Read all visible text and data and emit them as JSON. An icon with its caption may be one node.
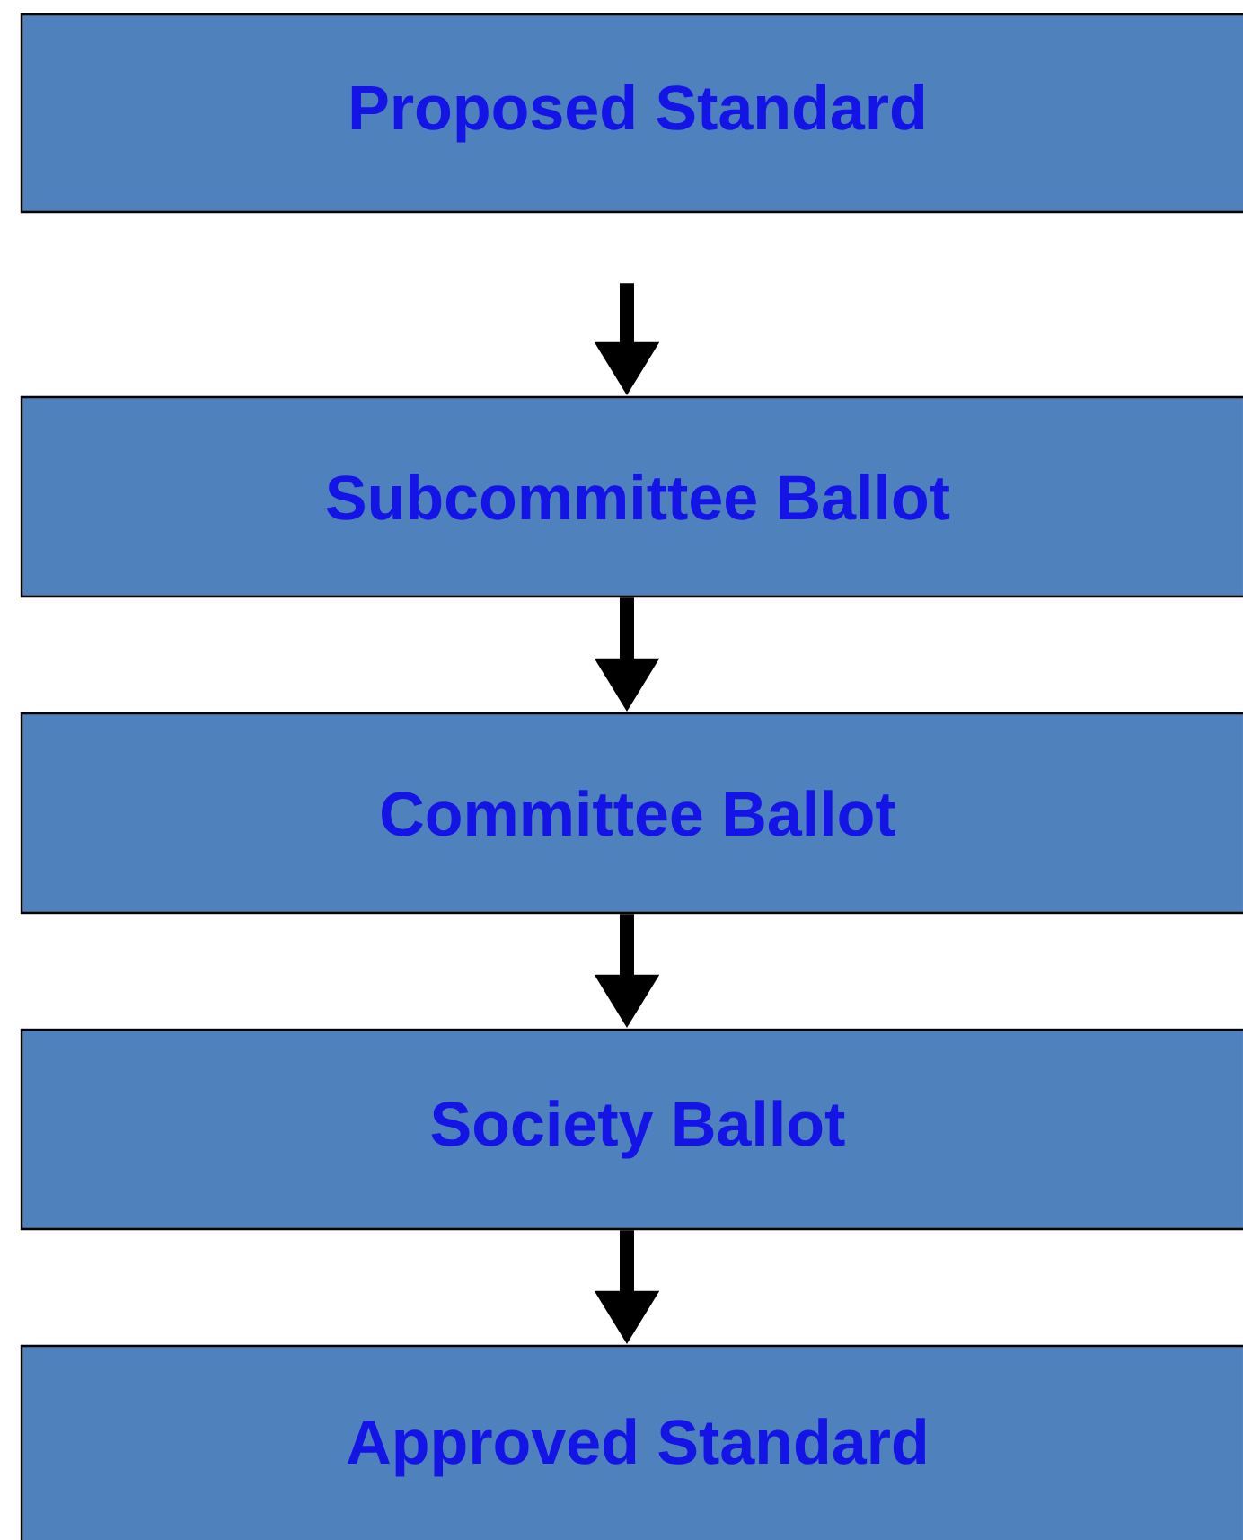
{
  "diagram": {
    "nodes": [
      {
        "text": [
          "Proposed Standard"
        ]
      },
      {
        "text": [
          "Subcommittee Ballot"
        ]
      },
      {
        "text": [
          "Committee Ballot"
        ]
      },
      {
        "text": [
          "Society Ballot"
        ]
      },
      {
        "text": [
          "Approved Standard"
        ]
      }
    ],
    "edges": [
      {
        "from": 0,
        "to": 1,
        "arrow": "to"
      },
      {
        "from": 1,
        "to": 2,
        "arrow": "to"
      },
      {
        "from": 2,
        "to": 3,
        "arrow": "to"
      },
      {
        "from": 3,
        "to": 4,
        "arrow": "to"
      }
    ]
  }
}
